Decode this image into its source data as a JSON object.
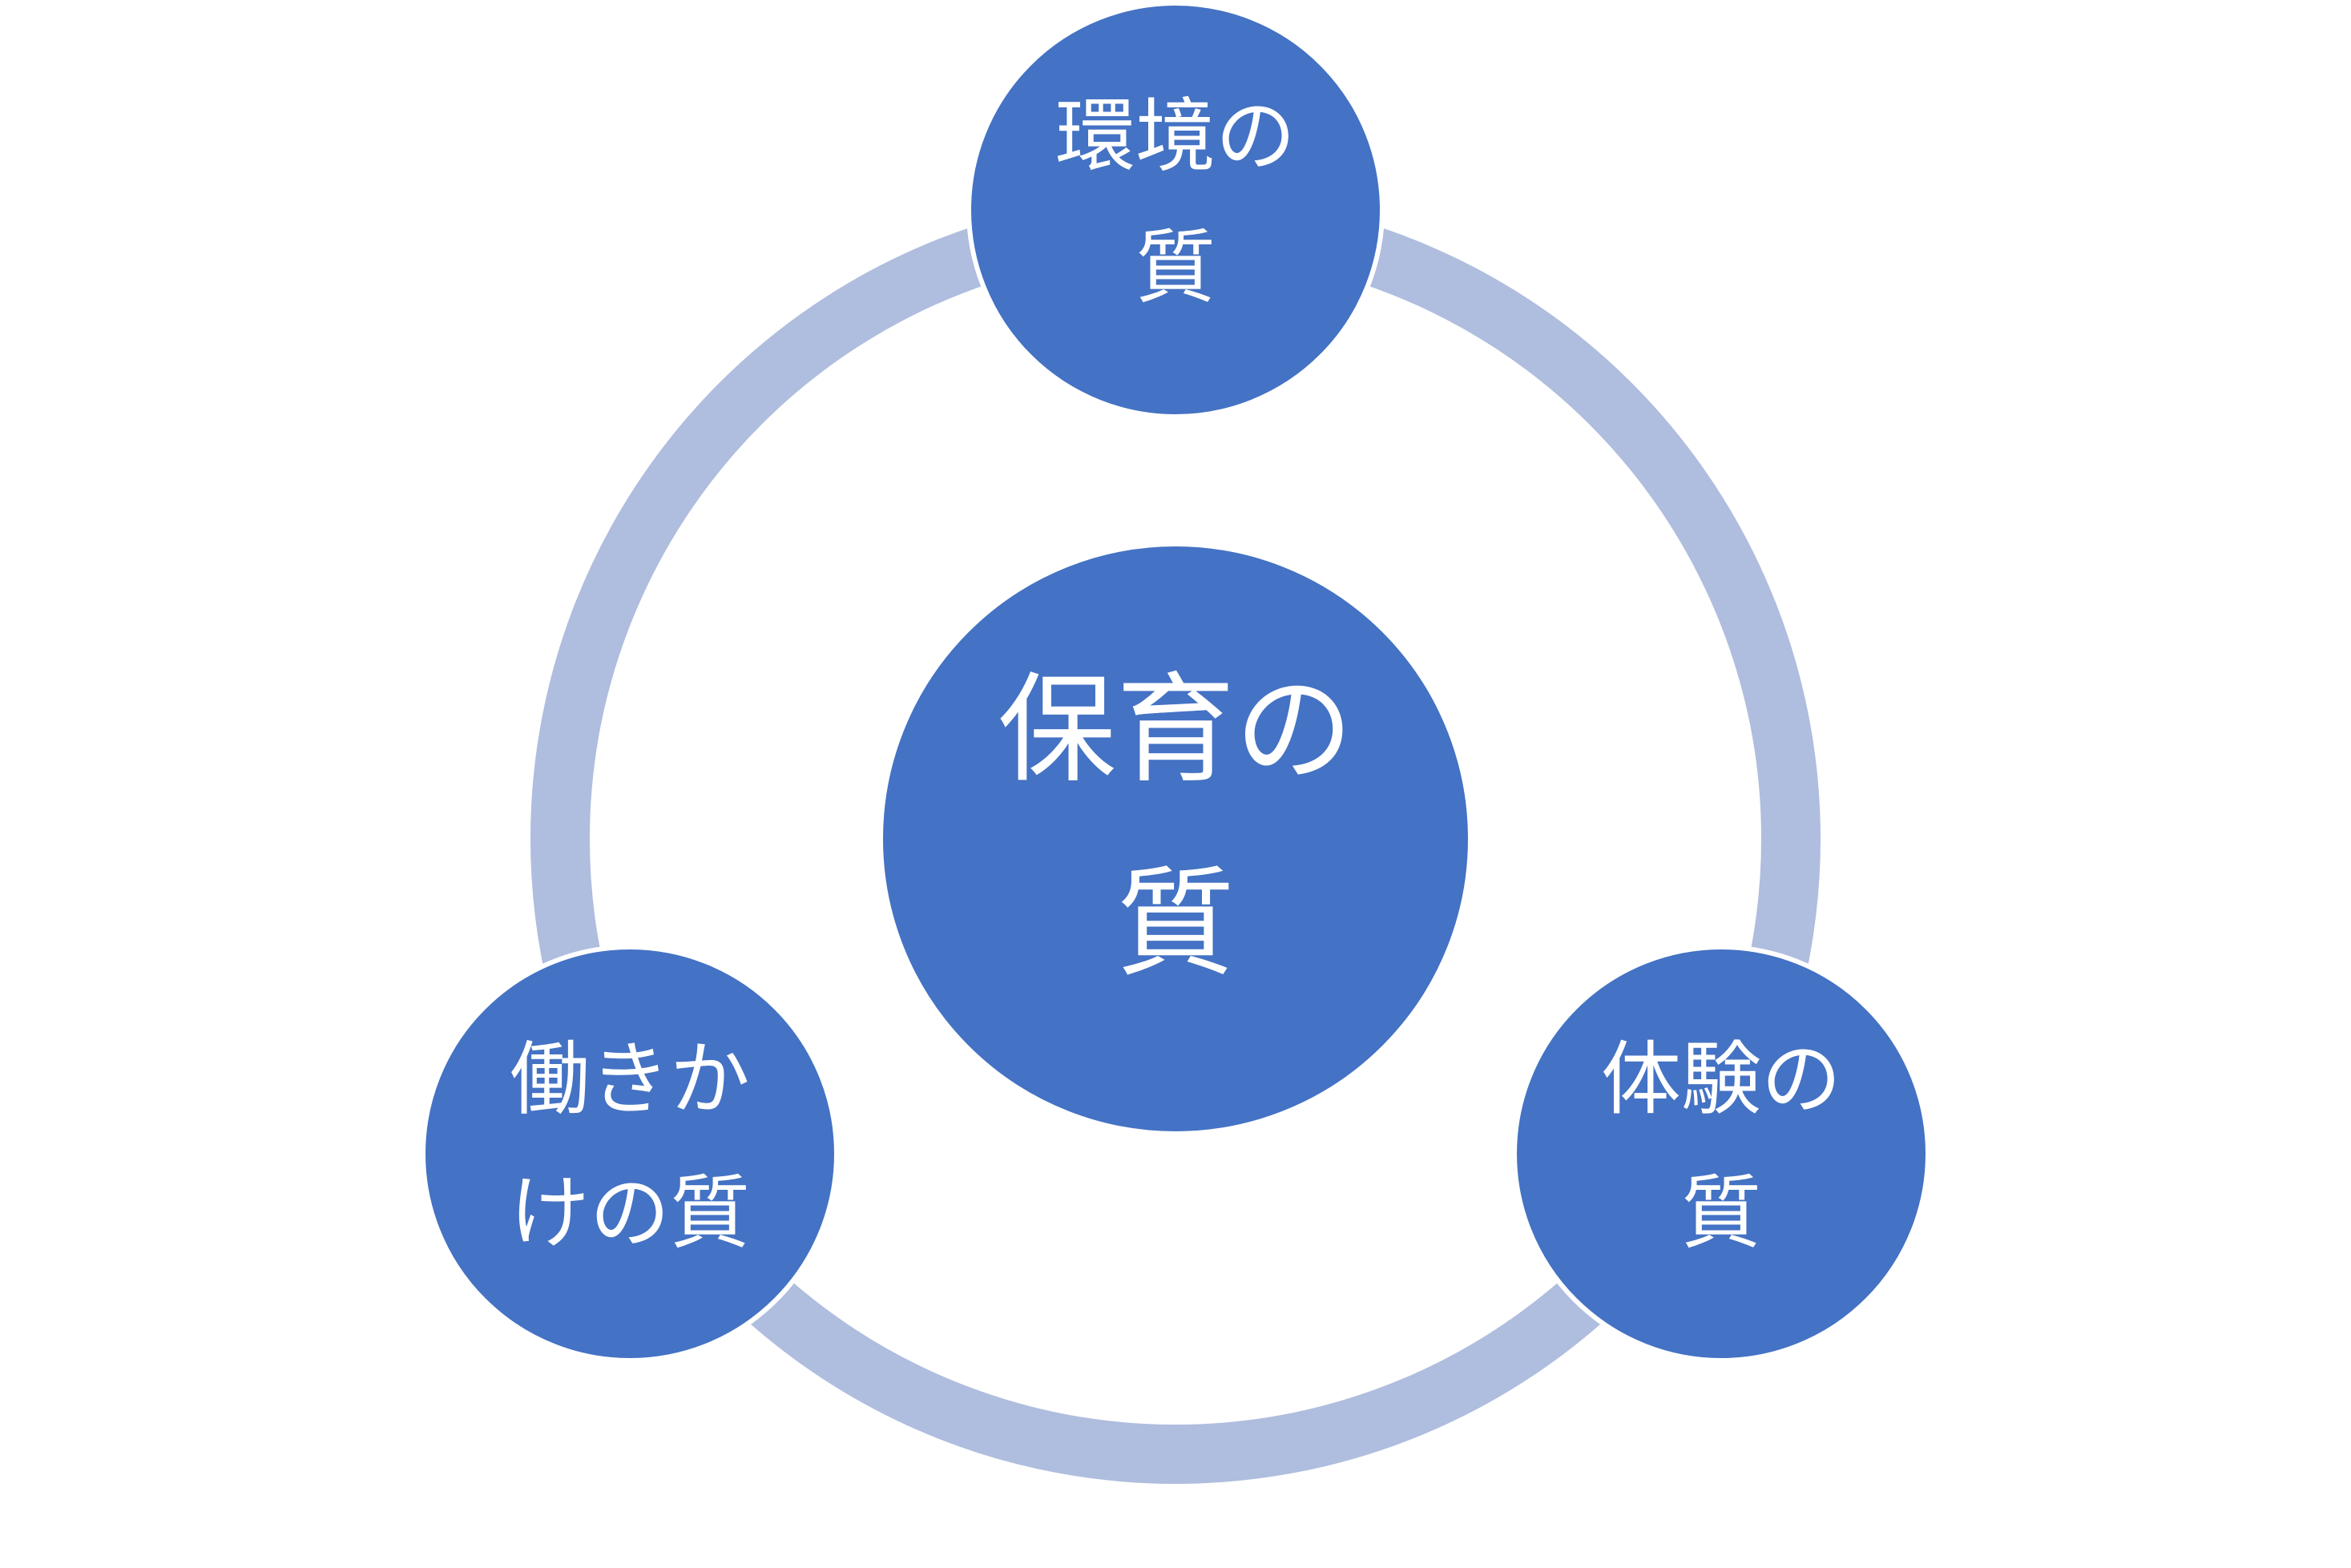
{
  "diagram": {
    "type": "cycle",
    "colors": {
      "node_fill": "#4472C4",
      "ring": "#AFBDDE",
      "node_outline": "#FFFFFF",
      "text": "#FFFFFF",
      "background": "#FFFFFF"
    },
    "center": {
      "label": "保育の質",
      "lines": [
        "保育の",
        "質"
      ]
    },
    "nodes": [
      {
        "id": "environment",
        "position": "top",
        "label": "環境の質",
        "lines": [
          "環境の",
          "質"
        ]
      },
      {
        "id": "experience",
        "position": "bottom-right",
        "label": "体験の質",
        "lines": [
          "体験の",
          "質"
        ]
      },
      {
        "id": "interaction",
        "position": "bottom-left",
        "label": "働きかけの質",
        "lines": [
          "働きか",
          "けの質"
        ]
      }
    ]
  }
}
